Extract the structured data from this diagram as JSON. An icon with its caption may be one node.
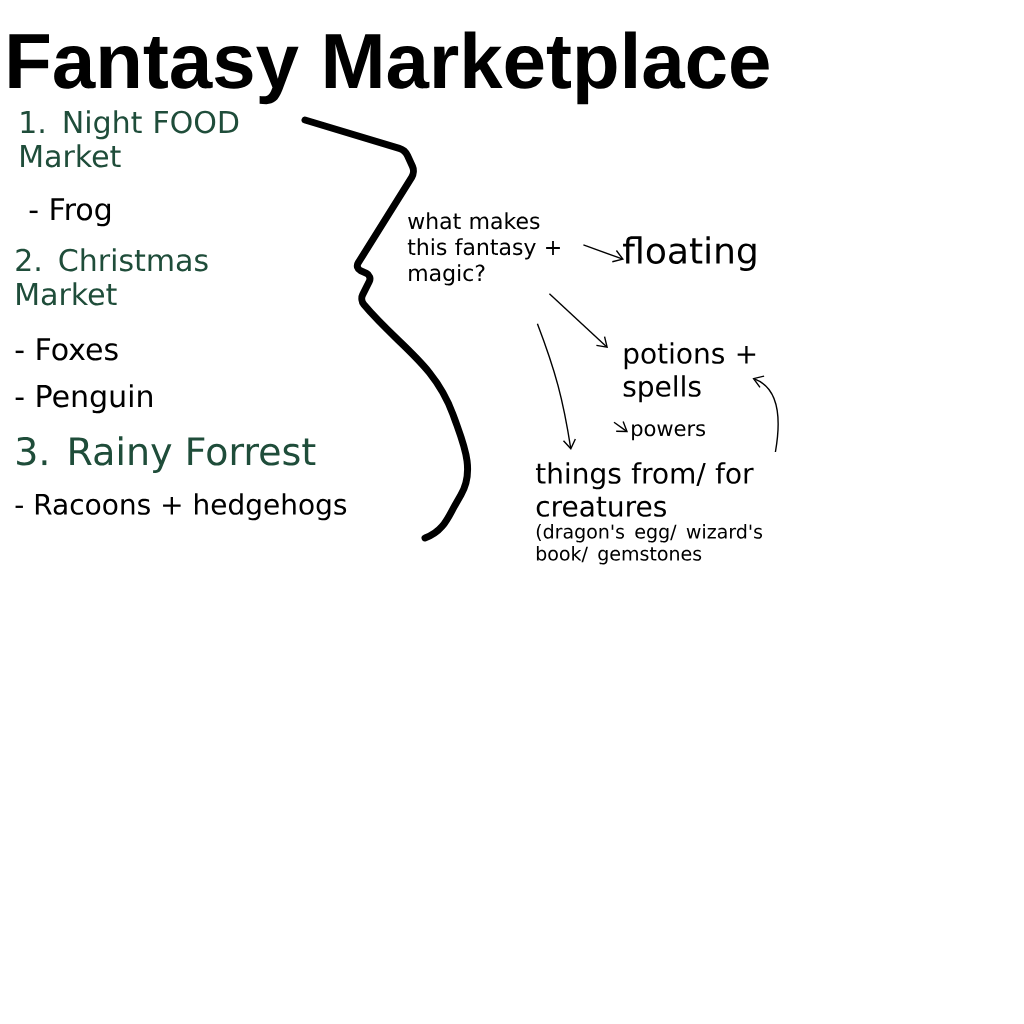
{
  "diagram": {
    "title": "Fantasy Marketplace",
    "nodes": [
      {
        "text": [
          "what makes this fantasy + magic?"
        ]
      },
      {
        "text": [
          "floating"
        ]
      },
      {
        "text": [
          "potions + spells"
        ]
      },
      {
        "text": [
          "powers"
        ]
      },
      {
        "text": [
          "things from/ for creatures",
          "(dragon's egg/ wizard's book/ gemstones"
        ]
      }
    ],
    "edges": [
      {
        "from": 0,
        "to": 1,
        "arrow": "to"
      },
      {
        "from": 0,
        "to": 2,
        "arrow": "to"
      },
      {
        "from": 0,
        "to": 4,
        "arrow": "to"
      },
      {
        "from": 2,
        "to": 3,
        "arrow": "to"
      },
      {
        "from": 4,
        "to": 2,
        "arrow": "to"
      }
    ],
    "labels": [
      "1. Night FOOD Market",
      "- Frog",
      "2. Christmas Market",
      "- Foxes",
      "- Penguin",
      "3. Rainy Forrest",
      "- Racoons + hedgehogs"
    ]
  }
}
